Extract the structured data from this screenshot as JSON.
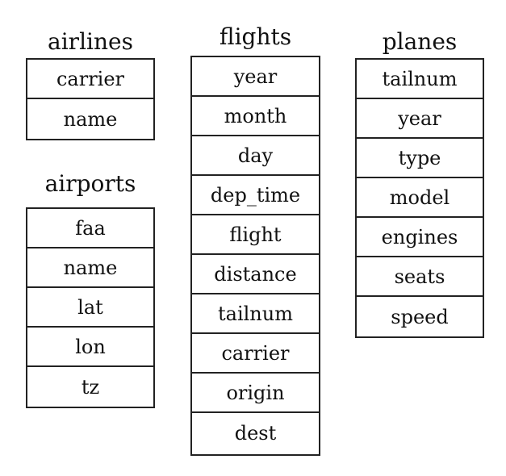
{
  "tables": {
    "airlines": {
      "title": "airlines",
      "fields": [
        "carrier",
        "name"
      ]
    },
    "airports": {
      "title": "airports",
      "fields": [
        "faa",
        "name",
        "lat",
        "lon",
        "tz"
      ]
    },
    "flights": {
      "title": "flights",
      "fields": [
        "year",
        "month",
        "day",
        "dep_time",
        "flight",
        "distance",
        "tailnum",
        "carrier",
        "origin",
        "dest"
      ]
    },
    "planes": {
      "title": "planes",
      "fields": [
        "tailnum",
        "year",
        "type",
        "model",
        "engines",
        "seats",
        "speed"
      ]
    }
  },
  "colors": {
    "border": "#222222",
    "text": "#111111",
    "background": "#ffffff"
  }
}
